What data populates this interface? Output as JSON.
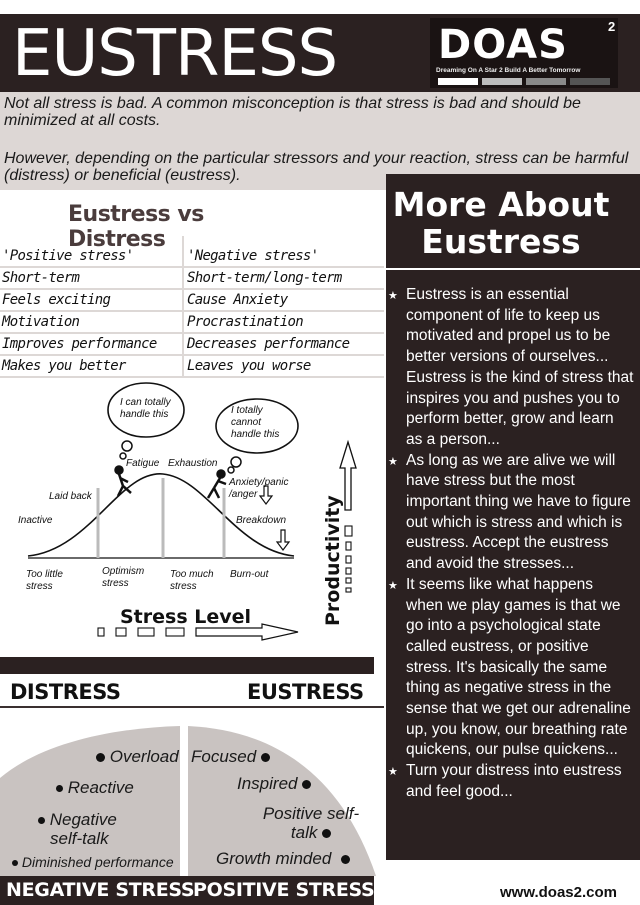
{
  "header": {
    "title": "EUSTRESS",
    "logo_text": "DOAS",
    "logo_superscript": "2",
    "logo_tagline": "Dreaming On A Star 2 Build A Better Tomorrow"
  },
  "intro": {
    "paragraph_1": "Not all stress is bad. A common misconception is that stress is bad and should be minimized at all costs.",
    "paragraph_2": "However, depending on the particular stressors and your reaction, stress can be harmful (distress) or beneficial (eustress)."
  },
  "comparison": {
    "title": "Eustress vs Distress",
    "rows": [
      {
        "left": "'Positive stress'",
        "right": "'Negative stress'"
      },
      {
        "left": "Short-term",
        "right": "Short-term/long-term"
      },
      {
        "left": "Feels exciting",
        "right": "Cause Anxiety"
      },
      {
        "left": "Motivation",
        "right": "Procrastination"
      },
      {
        "left": "Improves performance",
        "right": "Decreases performance"
      },
      {
        "left": "Makes you better",
        "right": "Leaves you worse"
      }
    ]
  },
  "curve": {
    "bubble_left": "I can totally handle this",
    "bubble_right": "I totally cannot handle this",
    "fatigue": "Fatigue",
    "exhaustion": "Exhaustion",
    "anxiety": "Anxiety/panic /anger",
    "laid_back": "Laid back",
    "inactive": "Inactive",
    "breakdown": "Breakdown",
    "too_little": "Too little stress",
    "optimism": "Optimism stress",
    "too_much": "Too much stress",
    "burnout": "Burn-out",
    "x_axis": "Stress Level",
    "y_axis": "Productivity"
  },
  "distress_eustress": {
    "distress_label": "DISTRESS",
    "eustress_label": "EUSTRESS",
    "distress_items": [
      "Overload",
      "Reactive",
      "Negative self-talk",
      "Diminished performance"
    ],
    "eustress_items": [
      "Focused",
      "Inspired",
      "Positive self-talk",
      "Growth minded"
    ],
    "negative_label": "NEGATIVE STRESS",
    "positive_label": "POSITIVE STRESS"
  },
  "more_about": {
    "title": "More About Eustress",
    "items": [
      "Eustress is an essential component of life to keep us motivated and propel us to be better versions of ourselves... Eustress is the kind of stress that inspires you and pushes you to perform better, grow and learn as a person...",
      "As long as we are alive we will have stress but the most important thing we have to figure out which is stress and which is eustress. Accept the eustress and avoid the stresses...",
      "It seems like what happens when we play games is that we go into a psychological state called eustress, or positive stress. It's basically the same thing as negative stress in the sense that we get our adrenaline up, you know, our breathing rate quickens, our pulse quickens...",
      "Turn your distress into eustress and feel good..."
    ]
  },
  "footer": {
    "website": "www.doas2.com"
  },
  "colors": {
    "dark": "#2b2121",
    "band": "#ddd7d5",
    "semi": "#c9c3c1"
  }
}
